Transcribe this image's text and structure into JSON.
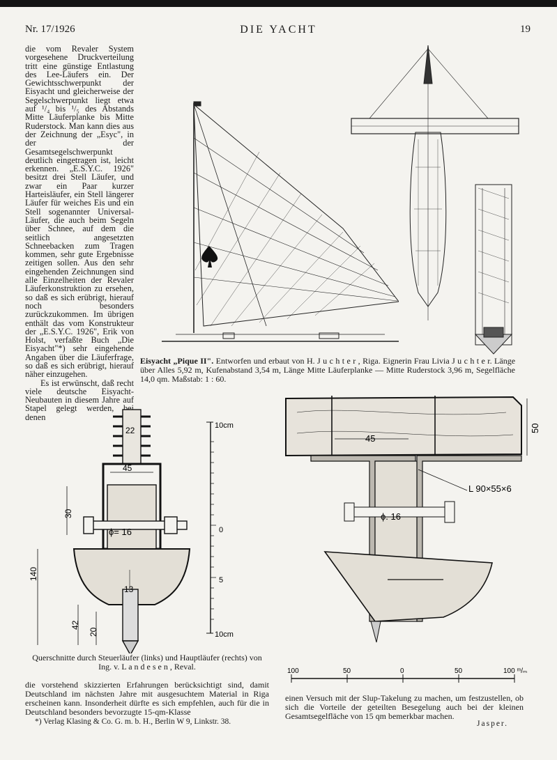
{
  "header": {
    "left": "Nr. 17/1926",
    "center": "DIE YACHT",
    "right": "19"
  },
  "column_paragraphs": [
    "die vom Revaler System vorgesehene Druckverteilung tritt eine günstige Entlastung des Lee-Läufers ein. Der Gewichtsschwerpunkt der Eisyacht und gleicherweise der Segelschwerpunkt liegt etwa auf ¹/₄ bis ¹/₅ des Abstands Mitte Läuferplanke bis Mitte Ruderstock. Man kann dies aus der Zeichnung der „Esyc\", in der der Gesamtsegelschwerpunkt deutlich eingetragen ist, leicht erkennen. „E.S.Y.C. 1926\" besitzt drei Stell Läufer, und zwar ein Paar kurzer Harteisläufer, ein Stell längerer Läufer für weiches Eis und ein Stell sogenannter Universal-Läufer, die auch beim Segeln über Schnee, auf dem die seitlich angesetzten Schneebacken zum Tragen kommen, sehr gute Ergebnisse zeitigen sollen. Aus den sehr eingehenden Zeichnungen sind alle Einzelheiten der Revaler Läuferkonstruktion zu ersehen, so daß es sich erübrigt, hierauf noch besonders zurückzukommen. Im übrigen enthält das vom Konstrukteur der „E.S.Y.C. 1926\", Erik von Holst, verfaßte Buch „Die Eisyacht\"*) sehr eingehende Angaben über die Läuferfrage, so daß es sich erübrigt, hierauf näher einzugehen.",
    "Es ist erwünscht, daß recht viele deutsche Eisyacht-Neubauten in diesem Jahre auf Stapel gelegt werden, bei denen"
  ],
  "caption_top": {
    "title": "Eisyacht „Pique II\".",
    "text": "Entworfen und erbaut von H. J u c h t e r , Riga. Eignerin Frau Livia J u c h t e r. Länge über Alles 5,92 m, Kufenabstand 3,54 m, Länge Mitte Läuferplanke — Mitte Ruderstock 3,96 m, Segelfläche 14,0 qm. Maßstab: 1 : 60."
  },
  "caption_sections": "Querschnitte durch Steuerläufer (links) und Hauptläufer (rechts) von Ing. v. L a n d e s e n , Reval.",
  "bottom_left_text": "die vorstehend skizzierten Erfahrungen berücksichtigt sind, damit Deutschland im nächsten Jahre mit ausgesuchtem Material in Riga erscheinen kann. Insonderheit dürfte es sich empfehlen, auch für die in Deutschland besonders bevorzugte 15-qm-Klasse",
  "footnote": "*) Verlag Klasing & Co. G. m. b. H., Berlin W 9, Linkstr. 38.",
  "bottom_right_text": "einen Versuch mit der Slup-Takelung zu machen, um festzustellen, ob sich die Vorteile der geteilten Besegelung auch bei der kleinen Gesamtsegelfläche von 15 qm bemerkbar machen.",
  "author": "Jasper.",
  "drawing_labels": {
    "steer_top_dim": "22",
    "steer_width_dim": "45",
    "steer_dim_30": "30",
    "steer_bolt": "ϕ= 16",
    "steer_dim_140": "140",
    "steer_dim_13": "13",
    "steer_dim_42": "42",
    "steer_dim_20": "20",
    "ruler_top": "10cm",
    "ruler_zero": "0",
    "ruler_five": "5",
    "ruler_bottom": "10cm",
    "main_width_dim": "45",
    "main_height_dim": "50",
    "main_angle": "L 90×55×6",
    "main_bolt": "ϕ. 16",
    "scale_labels": [
      "100",
      "50",
      "0",
      "50",
      "100 ᵐ/ₘ"
    ]
  },
  "colors": {
    "paper": "#f4f3ef",
    "ink": "#1a1a1a"
  }
}
